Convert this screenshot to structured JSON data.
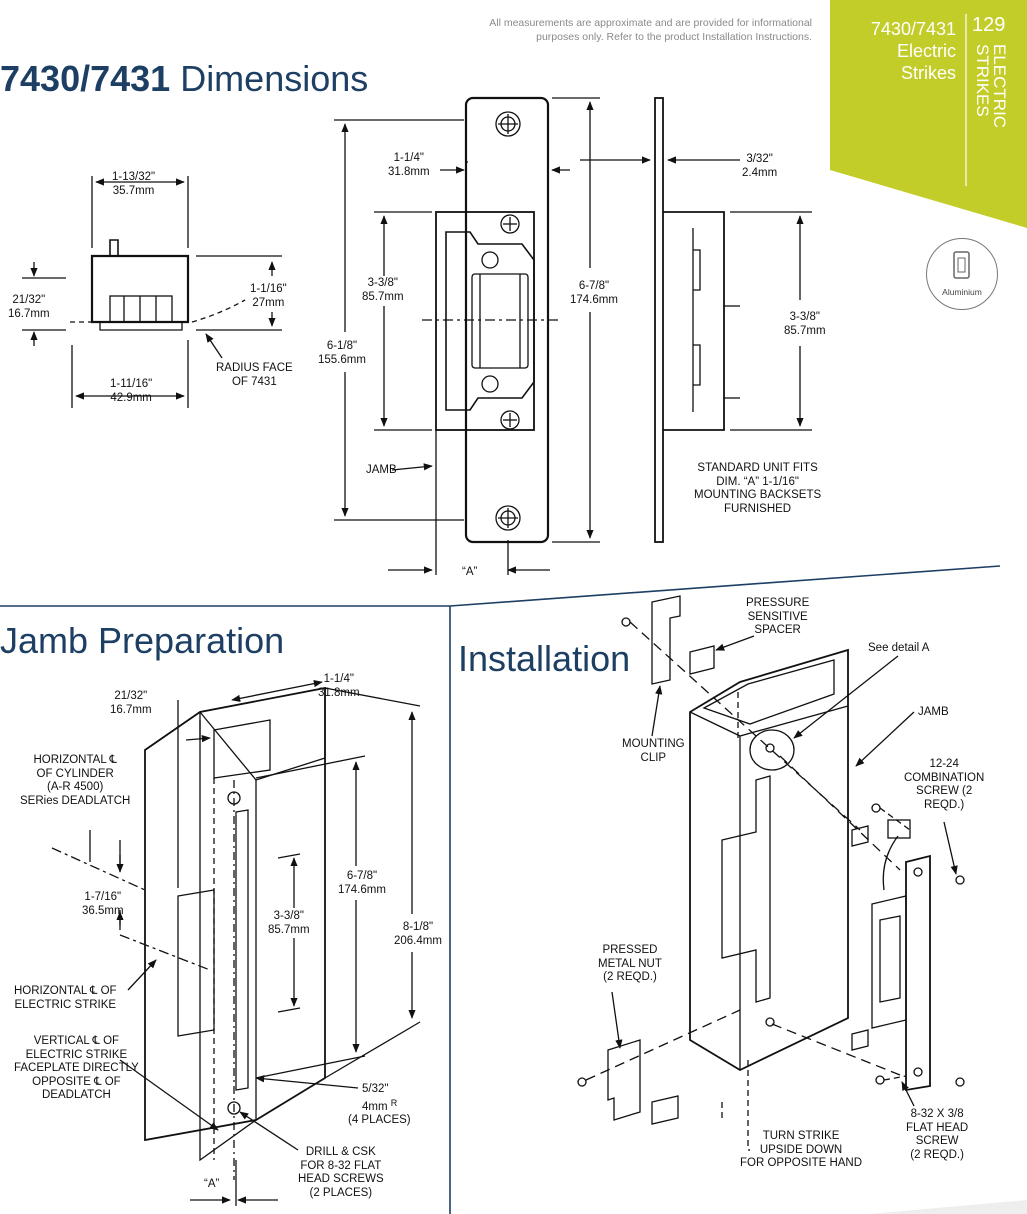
{
  "header": {
    "disclaimer_line1": "All measurements are approximate and are provided for informational",
    "disclaimer_line2": "purposes only. Refer to the product Installation Instructions.",
    "title_bold": "7430/7431",
    "title_rest": " Dimensions"
  },
  "sidebar": {
    "model_line1": "7430/7431",
    "model_line2": "Electric",
    "model_line3": "Strikes",
    "page_number": "129",
    "section_line1": "ELECTRIC",
    "section_line2": "STRIKES",
    "accent_color": "#c3cd2a",
    "material_badge": "Aluminium",
    "badge_icon": "strike-plate-icon"
  },
  "dimensions": {
    "top_width": [
      "1-13/32\"",
      "35.7mm"
    ],
    "left_height": [
      "21/32\"",
      "16.7mm"
    ],
    "right_height": [
      "1-1/16\"",
      "27mm"
    ],
    "bottom_width": [
      "1-11/16\"",
      "42.9mm"
    ],
    "radius_note": [
      "RADIUS FACE",
      "OF 7431"
    ],
    "face_width": [
      "1-1/4\"",
      "31.8mm"
    ],
    "inner_height": [
      "3-3/8\"",
      "85.7mm"
    ],
    "mid_height": [
      "6-1/8\"",
      "155.6mm"
    ],
    "total_height": [
      "6-7/8\"",
      "174.6mm"
    ],
    "jamb_label": "JAMB",
    "a_label": "“A”",
    "thickness": [
      "3/32\"",
      "2.4mm"
    ],
    "side_height": [
      "3-3/8\"",
      "85.7mm"
    ],
    "standard_note": [
      "STANDARD UNIT FITS",
      "DIM. “A” 1-1/16\"",
      "MOUNTING BACKSETS",
      "FURNISHED"
    ]
  },
  "jamb_prep": {
    "title": "Jamb Preparation",
    "depth": [
      "21/32\"",
      "16.7mm"
    ],
    "face_width": [
      "1-1/4\"",
      "31.8mm"
    ],
    "cylinder_cl": [
      "HORIZONTAL ℄",
      "OF CYLINDER",
      "(A-R 4500)",
      "SERies DEADLATCH"
    ],
    "offset": [
      "1-7/16\"",
      "36.5mm"
    ],
    "inner": [
      "3-3/8\"",
      "85.7mm"
    ],
    "mid": [
      "6-7/8\"",
      "174.6mm"
    ],
    "total": [
      "8-1/8\"",
      "206.4mm"
    ],
    "strike_cl": [
      "HORIZONTAL ℄ OF",
      "ELECTRIC STRIKE"
    ],
    "vertical_cl": [
      "VERTICAL ℄ OF",
      "ELECTRIC STRIKE",
      "FACEPLATE DIRECTLY",
      "OPPOSITE ℄ OF",
      "DEADLATCH"
    ],
    "radius": [
      "5/32\"",
      "4mm",
      "R",
      "(4 PLACES)"
    ],
    "drill": [
      "DRILL & CSK",
      "FOR 8-32 FLAT",
      "HEAD SCREWS",
      "(2 PLACES)"
    ],
    "a_label": "“A”"
  },
  "installation": {
    "title": "Installation",
    "spacer": [
      "PRESSURE",
      "SENSITIVE",
      "SPACER"
    ],
    "detail": "See detail A",
    "jamb": "JAMB",
    "mounting_clip": [
      "MOUNTING",
      "CLIP"
    ],
    "combo_screw": [
      "12-24",
      "COMBINATION",
      "SCREW (2",
      "REQD.)"
    ],
    "nut": [
      "PRESSED",
      "METAL NUT",
      "(2 REQD.)"
    ],
    "flat_screw": [
      "8-32 X 3/8",
      "FLAT HEAD",
      "SCREW",
      "(2 REQD.)"
    ],
    "turn": [
      "TURN STRIKE",
      "UPSIDE DOWN",
      "FOR OPPOSITE HAND"
    ]
  },
  "colors": {
    "title_blue": "#1d3f63",
    "rule_blue": "#1d3f63",
    "line": "#111111"
  }
}
